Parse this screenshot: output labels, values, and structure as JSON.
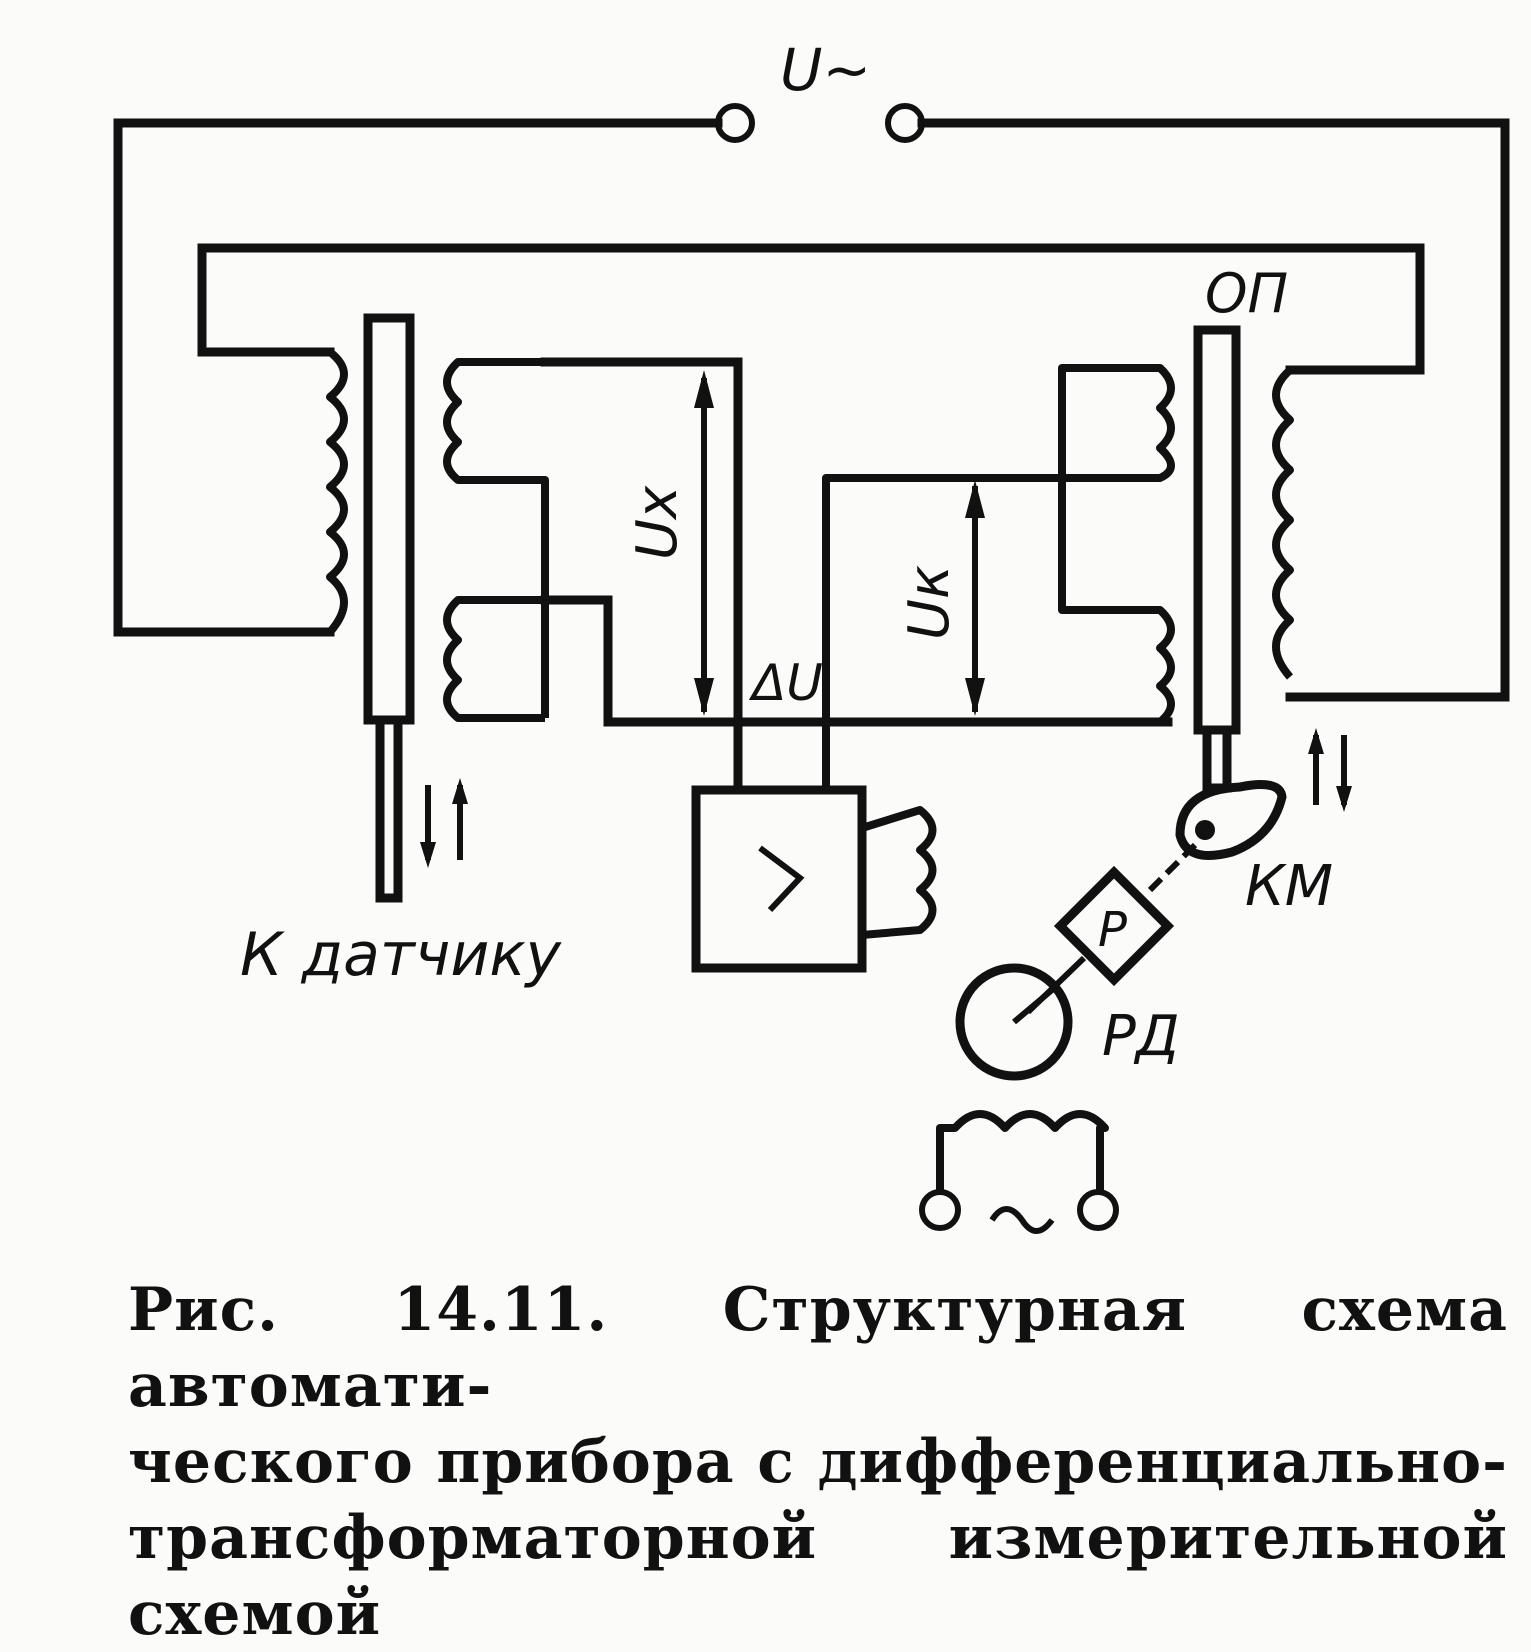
{
  "labels": {
    "supply": "U~",
    "ux": "Uх",
    "uk": "Uк",
    "delta_u": "ΔU",
    "op": "ОП",
    "km": "КМ",
    "rd": "РД",
    "p": "P",
    "sensor": "К датчику",
    "ac": "~"
  },
  "caption": {
    "lines": [
      "Рис. 14.11. Структурная схема автомати-",
      "ческого прибора с дифференциально-",
      "трансформаторной измерительной схемой"
    ]
  }
}
